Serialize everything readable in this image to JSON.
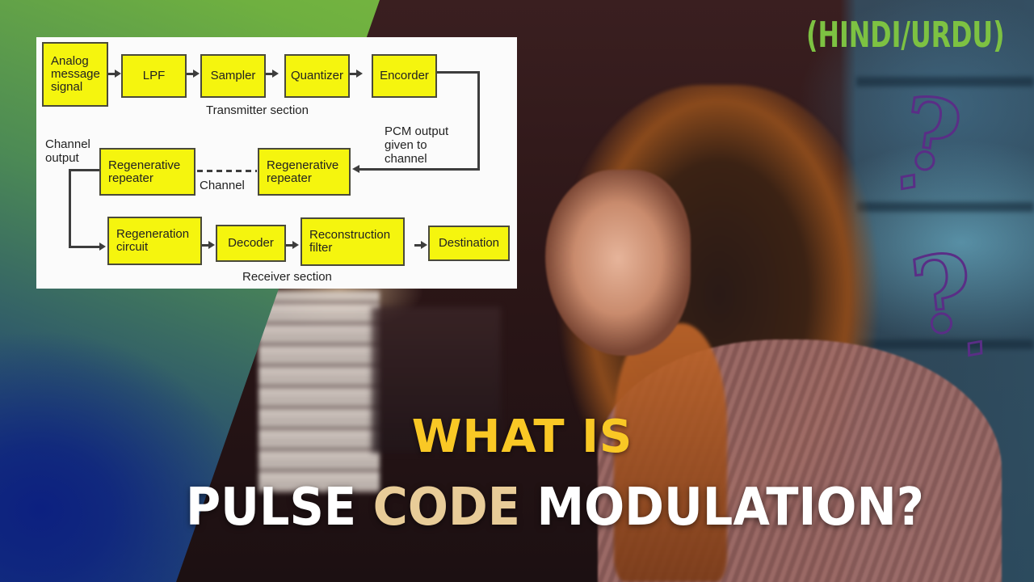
{
  "thumbnail": {
    "language_tag": "(HINDI/URDU)",
    "title_line1": "WHAT IS",
    "title_line2": {
      "part1": "PULSE ",
      "part2_highlight": "CODE",
      "part3": " MODULATION?"
    },
    "decorations": [
      "question-mark-icon",
      "question-mark-icon"
    ],
    "colors": {
      "language_tag": "#7dc242",
      "title_line1": "#f9c825",
      "title_highlight": "#e8cc98",
      "title_main": "#ffffff",
      "wedge_green": "#86c443",
      "wedge_blue": "#0c2080",
      "question_marks": "#5a2e86",
      "block_fill": "#f5f50e"
    }
  },
  "diagram": {
    "transmitter": {
      "section_label": "Transmitter section",
      "blocks": [
        {
          "label": "Analog message signal"
        },
        {
          "label": "LPF"
        },
        {
          "label": "Sampler"
        },
        {
          "label": "Quantizer"
        },
        {
          "label": "Encorder"
        }
      ]
    },
    "channel": {
      "pcm_output_label": "PCM output given to channel",
      "channel_label": "Channel",
      "channel_output_label": "Channel output",
      "repeaters": [
        {
          "label": "Regenerative repeater"
        },
        {
          "label": "Regenerative repeater"
        }
      ]
    },
    "receiver": {
      "section_label": "Receiver section",
      "blocks": [
        {
          "label": "Regeneration circuit"
        },
        {
          "label": "Decoder"
        },
        {
          "label": "Reconstruction filter"
        },
        {
          "label": "Destination"
        }
      ]
    }
  }
}
